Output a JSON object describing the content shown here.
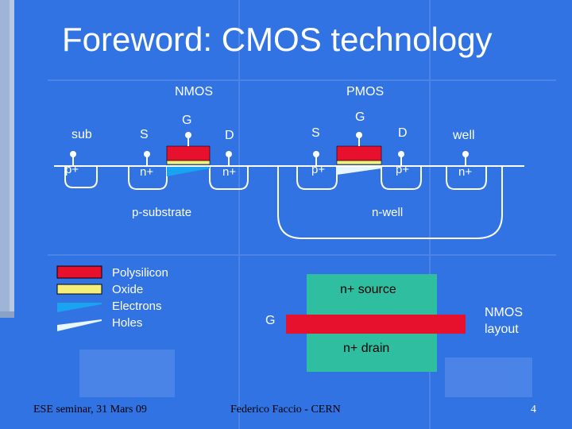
{
  "slide": {
    "title": "Foreword: CMOS technology",
    "footer_left": "ESE seminar, 31 Mars 09",
    "footer_center": "Federico Faccio - CERN",
    "page_number": "4"
  },
  "cross_section": {
    "nmos_label": "NMOS",
    "pmos_label": "PMOS",
    "terminals": {
      "sub": "sub",
      "nmos_source": "S",
      "nmos_gate": "G",
      "nmos_drain": "D",
      "pmos_source": "S",
      "pmos_gate": "G",
      "pmos_drain": "D",
      "well": "well"
    },
    "diffusions": {
      "sub_contact": "p+",
      "nmos_source": "n+",
      "nmos_drain": "n+",
      "pmos_source": "p+",
      "pmos_drain": "p+",
      "well_contact": "n+"
    },
    "substrate_label": "p-substrate",
    "well_label": "n-well"
  },
  "legend": {
    "items": [
      "Polysilicon",
      "Oxide",
      "Electrons",
      "Holes"
    ]
  },
  "layout_view": {
    "source_label": "n+ source",
    "drain_label": "n+ drain",
    "gate_label": "G",
    "caption_line1": "NMOS",
    "caption_line2": "layout"
  },
  "colors": {
    "background": "#2f6fe0",
    "polysilicon": "#e8112d",
    "oxide": "#f4ef7a",
    "electrons": "#1aa3f0",
    "holes": "#e8f6ff",
    "active_area": "#2fbfa0"
  }
}
